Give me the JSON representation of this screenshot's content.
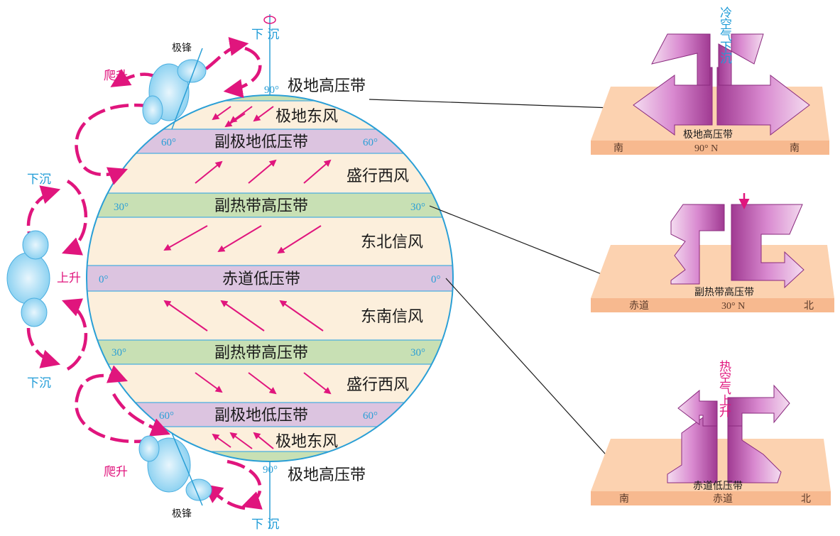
{
  "bands": {
    "polar_high_top": "极地高压带",
    "polar_east_top": "极地东风",
    "subpolar_low_top": "副极地低压带",
    "westerlies_top": "盛行西风",
    "subtropical_high_top": "副热带高压带",
    "ne_trade": "东北信风",
    "equatorial_low": "赤道低压带",
    "se_trade": "东南信风",
    "subtropical_high_bottom": "副热带高压带",
    "westerlies_bottom": "盛行西风",
    "subpolar_low_bottom": "副极地低压带",
    "polar_east_bottom": "极地东风",
    "polar_high_bottom": "极地高压带"
  },
  "latitudes": {
    "deg90": "90°",
    "deg60": "60°",
    "deg30": "30°",
    "deg0": "0°"
  },
  "left_labels": {
    "sink_top": "下 沉",
    "sink_bottom": "下 沉",
    "front_top": "极锋",
    "front_bottom": "极锋",
    "climb_top": "爬升",
    "climb_bottom": "爬升",
    "sink_left_top": "下沉",
    "rise_left": "上升",
    "sink_left_bottom": "下沉"
  },
  "panels": {
    "polar": {
      "vertical_label": "冷空气下沉",
      "band_label": "极地高压带",
      "left": "南",
      "center": "90° N",
      "right": "南"
    },
    "subtropical": {
      "band_label": "副热带高压带",
      "left": "赤道",
      "center": "30° N",
      "right": "北"
    },
    "equatorial": {
      "vertical_label": "热空气上升",
      "band_label": "赤道低压带",
      "left": "南",
      "center": "赤道",
      "right": "北"
    }
  },
  "colors": {
    "magenta": "#e0157d",
    "blue": "#1e9bd7",
    "low_band": "#dcc4e0",
    "high_band": "#c8e0b4",
    "wind_zone": "#fcefdc",
    "ground": "#f7b98f"
  }
}
